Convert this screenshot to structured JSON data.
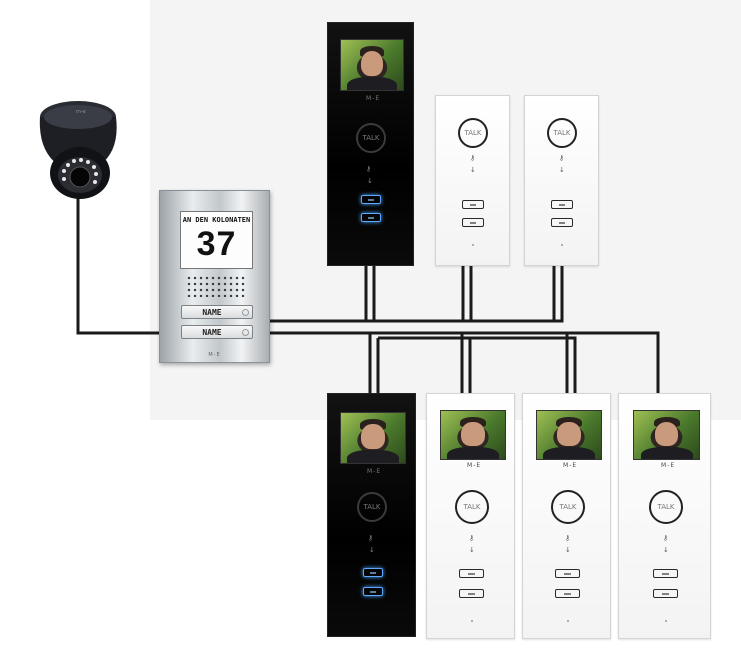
{
  "door_station": {
    "street_label": "AN DEN KOLONATEN",
    "house_number": "37",
    "name_buttons": [
      "NAME",
      "NAME"
    ]
  },
  "monitors": {
    "brand_mark": "M-E",
    "top_row": [
      {
        "kind": "video",
        "color": "black"
      },
      {
        "kind": "audio",
        "color": "white"
      },
      {
        "kind": "audio",
        "color": "white"
      }
    ],
    "bottom_row": [
      {
        "kind": "video",
        "color": "black"
      },
      {
        "kind": "video",
        "color": "white"
      },
      {
        "kind": "video",
        "color": "white"
      },
      {
        "kind": "video",
        "color": "white"
      }
    ]
  },
  "camera": {
    "type": "dome-camera",
    "color": "#1e1f24"
  },
  "colors": {
    "wire": "#111111",
    "black_unit": "#000000",
    "white_unit": "#ffffff",
    "steel": "#c3c8cc",
    "led_blue": "#4aa3ff"
  }
}
